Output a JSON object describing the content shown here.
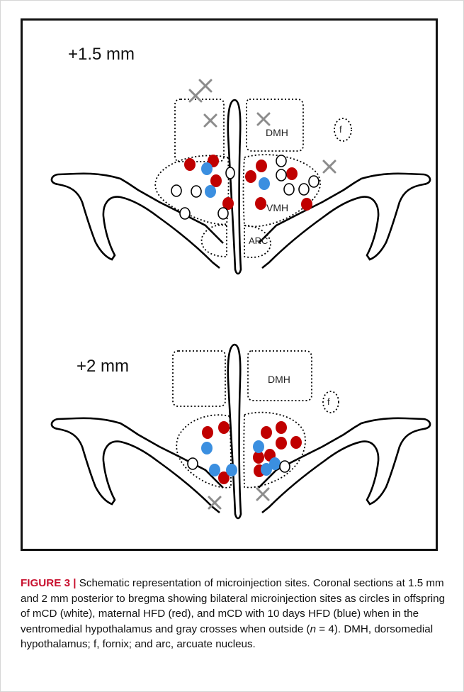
{
  "figure": {
    "panels": [
      {
        "label": "+1.5 mm",
        "regions": {
          "dmh": "DMH",
          "vmh": "VMH",
          "arc": "ARC",
          "f": "f"
        }
      },
      {
        "label": "+2 mm",
        "regions": {
          "dmh": "DMH",
          "f": "f"
        }
      }
    ],
    "colors": {
      "mCD": "#ffffff",
      "maternal_HFD": "#c00000",
      "mCD_10d_HFD": "#3b8fe0",
      "outside_cross": "#8c8c8c",
      "outline": "#000000"
    }
  },
  "caption": {
    "label": "FIGURE 3",
    "separator": "|",
    "text": "Schematic representation of microinjection sites. Coronal sections at 1.5 mm and 2 mm posterior to bregma showing bilateral microinjection sites as circles in offspring of mCD (white), maternal HFD (red), and mCD with 10 days HFD (blue) when in the ventromedial hypothalamus and gray crosses when outside (",
    "n_var": "n",
    "n_rest": " = 4). DMH, dorsomedial hypothalamus; f, fornix; and arc, arcuate nucleus."
  }
}
